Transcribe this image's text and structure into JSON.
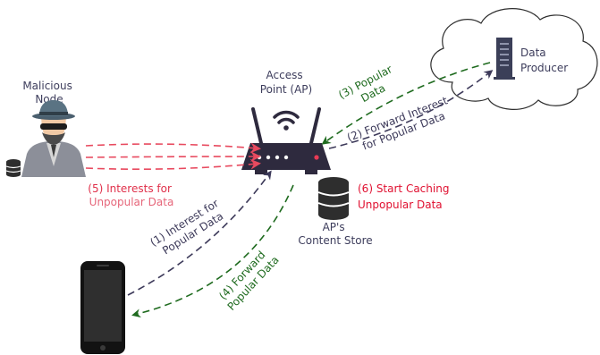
{
  "colors": {
    "interest_arrow": "#3d3a5a",
    "data_arrow": "#1f6b1f",
    "malicious_arrow": "#e84a5f",
    "malicious_text": "#e01030",
    "step5_text": "#e0304a",
    "step5_text_light": "#e6667a",
    "node_label": "#3d3d5c",
    "router_body": "#2e2a3e",
    "db_icon": "#2e2e2e",
    "cloud_stroke": "#2e2e2e"
  },
  "labels": {
    "malicious_node": [
      "Malicious",
      "Node"
    ],
    "access_point": [
      "Access",
      "Point (AP)"
    ],
    "data_producer": [
      "Data",
      "Producer"
    ],
    "content_store": [
      "AP's",
      "Content Store"
    ]
  },
  "steps": {
    "step1": [
      "(1) Interest for",
      "Popular Data"
    ],
    "step2": [
      "(2) Forward Interest",
      "for Popular Data"
    ],
    "step3": [
      "(3) Popular",
      "Data"
    ],
    "step4": [
      "(4) Forward",
      "Popular Data"
    ],
    "step5": [
      "(5) Interests for",
      "Unpopular Data"
    ],
    "step6": [
      "(6) Start Caching",
      "Unpopular Data"
    ]
  },
  "icons": {
    "malicious_node": "hacker-icon",
    "malicious_store": "database-icon",
    "access_point": "wifi-router-icon",
    "content_store": "database-icon",
    "producer_server": "server-icon",
    "producer_cloud": "cloud-icon",
    "consumer": "smartphone-icon"
  }
}
